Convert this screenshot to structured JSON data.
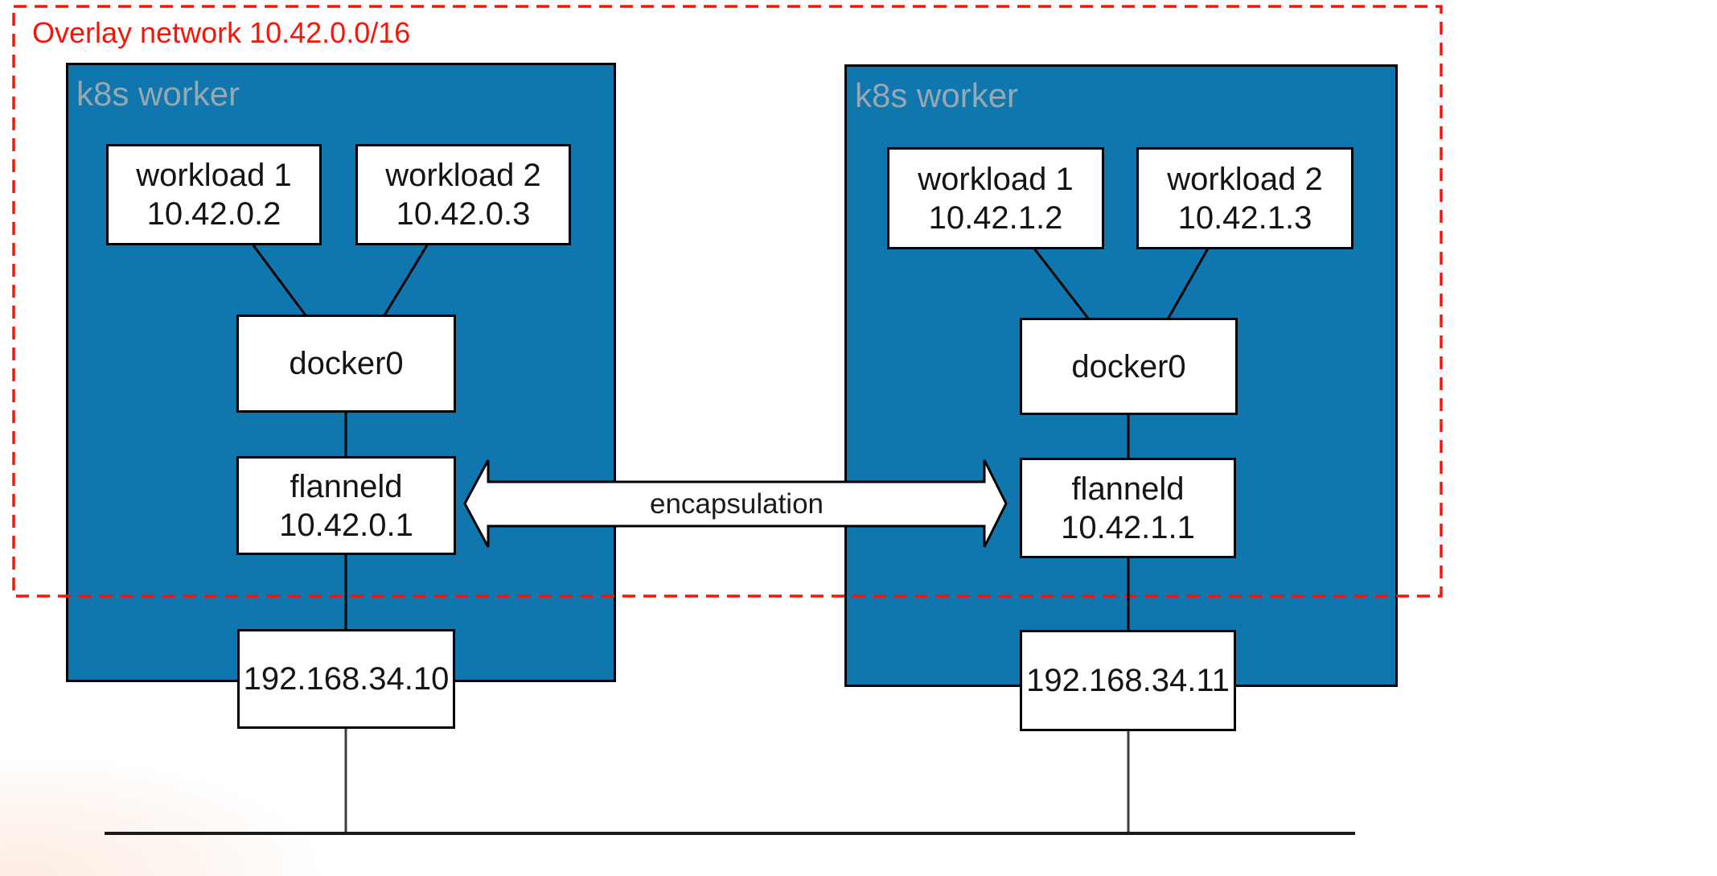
{
  "overlay": {
    "label": "Overlay network 10.42.0.0/16",
    "cidr": "10.42.0.0/16",
    "border_color": "#F91408"
  },
  "arrow": {
    "label": "encapsulation"
  },
  "workers": [
    {
      "label": "k8s worker",
      "nodes": [
        {
          "id": "workload-1",
          "line1": "workload 1",
          "line2": "10.42.0.2"
        },
        {
          "id": "workload-2",
          "line1": "workload 2",
          "line2": "10.42.0.3"
        },
        {
          "id": "docker0",
          "line1": "docker0"
        },
        {
          "id": "flanneld",
          "line1": "flanneld",
          "line2": "10.42.0.1"
        },
        {
          "id": "host-ip",
          "line1": "192.168.34.10"
        }
      ]
    },
    {
      "label": "k8s worker",
      "nodes": [
        {
          "id": "workload-1",
          "line1": "workload 1",
          "line2": "10.42.1.2"
        },
        {
          "id": "workload-2",
          "line1": "workload 2",
          "line2": "10.42.1.3"
        },
        {
          "id": "docker0",
          "line1": "docker0"
        },
        {
          "id": "flanneld",
          "line1": "flanneld",
          "line2": "10.42.1.1"
        },
        {
          "id": "host-ip",
          "line1": "192.168.34.11"
        }
      ]
    }
  ],
  "colors": {
    "worker_fill": "#0F76AE",
    "worker_label_gray": "#97A8B1",
    "overlay_red": "#F91408",
    "node_border": "#000000",
    "network_line": "#1a1a1a"
  }
}
